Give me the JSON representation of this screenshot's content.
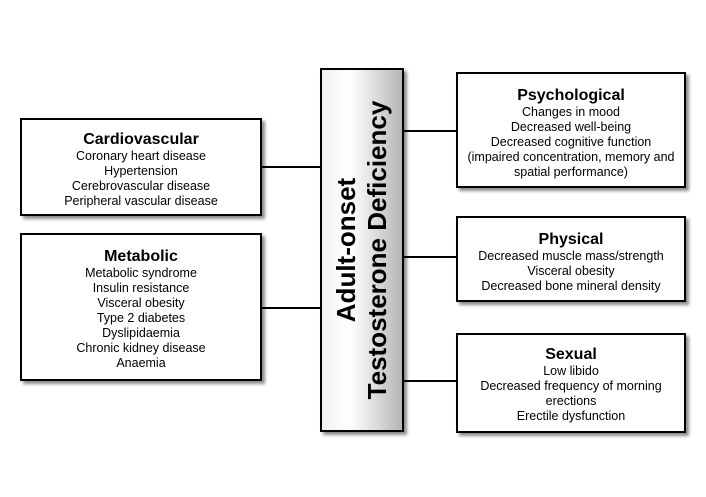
{
  "center": {
    "line1": "Adult-onset",
    "line2": "Testosterone Deficiency"
  },
  "cardiovascular": {
    "title": "Cardiovascular",
    "items": [
      "Coronary heart disease",
      "Hypertension",
      "Cerebrovascular disease",
      "Peripheral vascular disease"
    ]
  },
  "metabolic": {
    "title": "Metabolic",
    "items": [
      "Metabolic syndrome",
      "Insulin resistance",
      "Visceral obesity",
      "Type 2 diabetes",
      "Dyslipidaemia",
      "Chronic kidney disease",
      "Anaemia"
    ]
  },
  "psychological": {
    "title": "Psychological",
    "items": [
      "Changes in mood",
      "Decreased well-being",
      "Decreased cognitive function",
      "(impaired concentration, memory and",
      "spatial performance)"
    ]
  },
  "physical": {
    "title": "Physical",
    "items": [
      "Decreased muscle mass/strength",
      "Visceral obesity",
      "Decreased bone mineral density"
    ]
  },
  "sexual": {
    "title": "Sexual",
    "items": [
      "Low libido",
      "Decreased frequency of morning",
      "erections",
      "Erectile dysfunction"
    ]
  }
}
